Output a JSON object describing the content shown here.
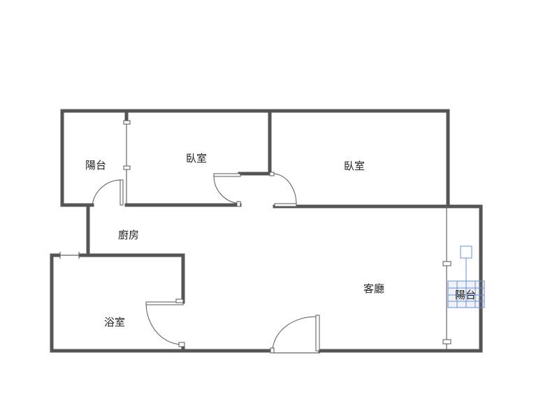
{
  "rooms": {
    "balcony_top": "陽台",
    "bedroom_small": "臥室",
    "bedroom_large": "臥室",
    "kitchen": "廚房",
    "bathroom": "浴室",
    "living_room": "客廳",
    "balcony_right": "陽台"
  },
  "colors": {
    "wall": "#555555",
    "selection": "#6a8fd8"
  }
}
